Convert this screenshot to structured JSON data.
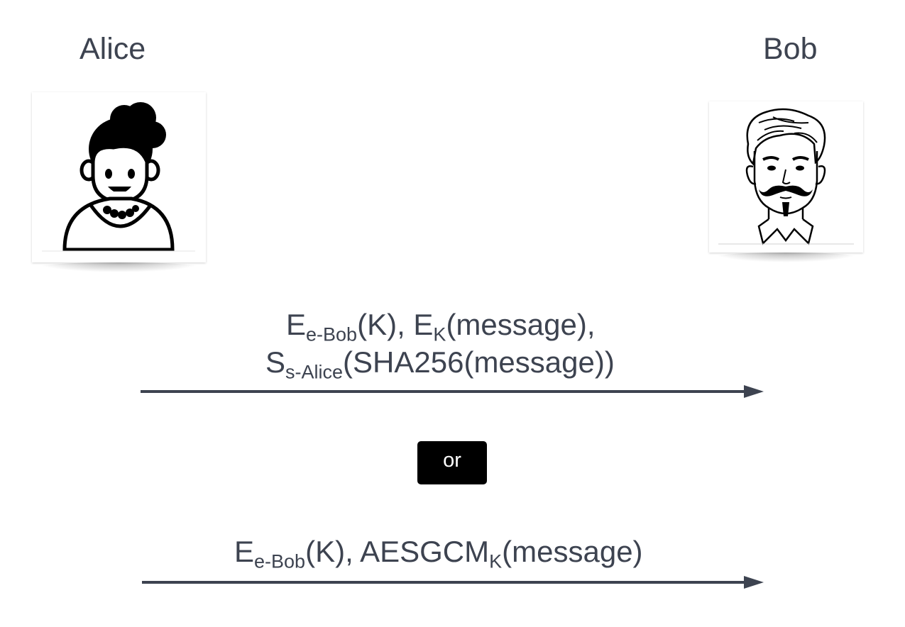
{
  "participants": {
    "sender": {
      "name": "Alice",
      "icon": "woman-avatar-icon"
    },
    "receiver": {
      "name": "Bob",
      "icon": "man-with-mustache-avatar-icon"
    }
  },
  "message_1": {
    "line1": {
      "e": "E",
      "e_sub": "e-Bob",
      "k_part": "(K), E",
      "k_sub": "K",
      "rest": "(message),"
    },
    "line2": {
      "s": "S",
      "s_sub": "s-Alice",
      "rest": "(SHA256(message))"
    }
  },
  "separator": {
    "label": "or"
  },
  "message_2": {
    "line1": {
      "e": "E",
      "e_sub": "e-Bob",
      "mid": "(K), AESGCM",
      "mid_sub": "K",
      "rest": "(message)"
    }
  },
  "colors": {
    "text": "#3d4350",
    "arrow": "#3d4350",
    "or_box_bg": "#000000",
    "or_box_text": "#ffffff"
  }
}
